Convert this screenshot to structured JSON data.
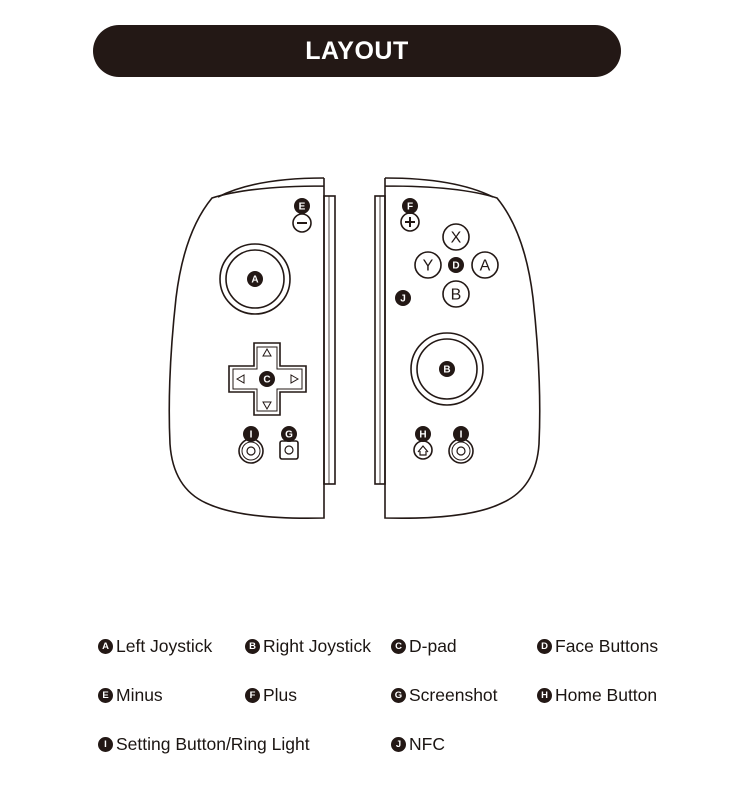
{
  "title": "LAYOUT",
  "diagram_markers": {
    "left_joystick": "A",
    "right_joystick": "B",
    "dpad": "C",
    "face_buttons": "D",
    "minus": "E",
    "plus": "F",
    "screenshot": "G",
    "home": "H",
    "setting_left": "I",
    "setting_right": "I",
    "nfc": "J"
  },
  "face_button_labels": {
    "x": "X",
    "y": "Y",
    "a": "A",
    "b": "B"
  },
  "legend": [
    {
      "letter": "A",
      "label": "Left Joystick"
    },
    {
      "letter": "B",
      "label": "Right Joystick"
    },
    {
      "letter": "C",
      "label": "D-pad"
    },
    {
      "letter": "D",
      "label": "Face Buttons"
    },
    {
      "letter": "E",
      "label": "Minus"
    },
    {
      "letter": "F",
      "label": "Plus"
    },
    {
      "letter": "G",
      "label": "Screenshot"
    },
    {
      "letter": "H",
      "label": "Home Button"
    },
    {
      "letter": "I",
      "label": "Setting Button/Ring Light"
    },
    {
      "letter": "J",
      "label": "NFC"
    }
  ],
  "icons": [
    "minus-icon",
    "plus-icon",
    "screenshot-icon",
    "home-icon",
    "gear-icon",
    "arrow-up-icon",
    "arrow-down-icon",
    "arrow-left-icon",
    "arrow-right-icon"
  ],
  "colors": {
    "ink": "#231815",
    "banner_text": "#ffffff"
  }
}
